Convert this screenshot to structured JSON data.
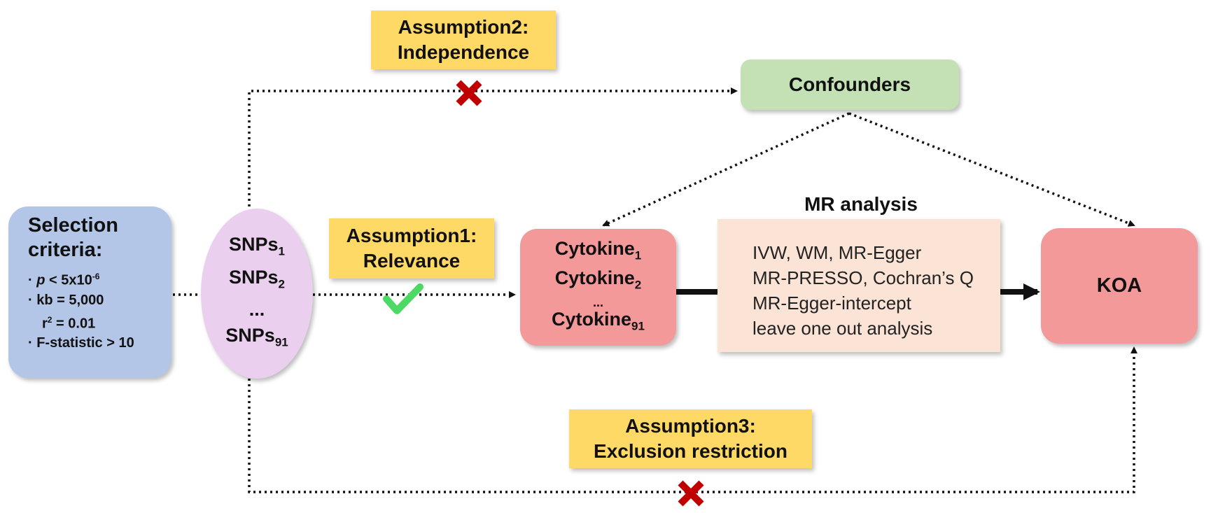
{
  "selection": {
    "title_line1": "Selection",
    "title_line2": "criteria:",
    "criteria": [
      {
        "bullet": "· ",
        "italic": "p",
        "text": " < 5x10",
        "sup": "-6"
      },
      {
        "bullet": "· ",
        "text": "kb = 5,000"
      },
      {
        "text": "r",
        "sup": "2",
        "after": " = 0.01"
      },
      {
        "bullet": "· ",
        "text": "F-statistic > 10"
      }
    ]
  },
  "snps": {
    "label": "SNPs",
    "subs": [
      "1",
      "2",
      "91"
    ],
    "ellipsis": "..."
  },
  "cytokines": {
    "label": "Cytokine",
    "subs": [
      "1",
      "2",
      "91"
    ],
    "ellipsis": "..."
  },
  "mr_analysis": {
    "title": "MR analysis",
    "methods": [
      "IVW, WM, MR-Egger",
      "MR-PRESSO, Cochran’s Q",
      "MR-Egger-intercept",
      "leave one out analysis"
    ]
  },
  "outcome": {
    "label": "KOA"
  },
  "confounders": {
    "label": "Confounders"
  },
  "assumptions": {
    "a1": {
      "line1": "Assumption1:",
      "line2": "Relevance",
      "status": "satisfied"
    },
    "a2": {
      "line1": "Assumption2:",
      "line2": "Independence",
      "status": "violated"
    },
    "a3": {
      "line1": "Assumption3:",
      "line2": "Exclusion restriction",
      "status": "violated"
    }
  },
  "colors": {
    "selection_fill": "#b4c6e7",
    "snps_fill": "#ebcfef",
    "cytokine_fill": "#f4999a",
    "koa_fill": "#f4999a",
    "methods_fill": "#fbe3d6",
    "confounders_fill": "#c4e0b5",
    "assumption_fill": "#ffd966",
    "cross_mark": "#c00000",
    "check_mark": "#4cd964"
  }
}
